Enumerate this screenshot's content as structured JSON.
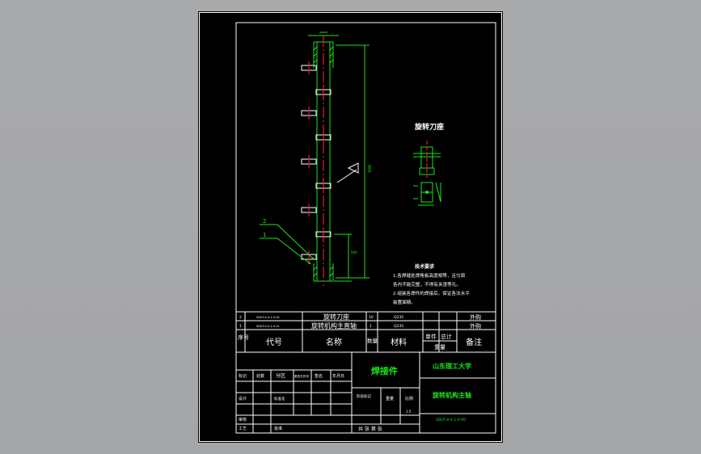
{
  "drawing": {
    "view_label": "旋转刀座",
    "dim_main": "000",
    "dim_small": "000",
    "balloons": [
      "2",
      "1"
    ],
    "tech_req": {
      "title": "技术要求",
      "lines": [
        "1.各焊缝处焊角板高度相等，且匀周",
        "各内不能完整，不得有夹渣等孔。",
        "2.组装各焊件的焊接后，保证各法水平",
        "装置面精。"
      ]
    }
  },
  "bom": {
    "rows": [
      {
        "no": "2",
        "code": "SDUT-0-4.1-0-02",
        "name": "旋转刀座",
        "qty": "10",
        "material": "Q235",
        "note": "外购"
      },
      {
        "no": "1",
        "code": "SDUT-0-4.1-0-01",
        "name": "旋转机构主直轴",
        "qty": "1",
        "material": "Q235",
        "note": "外购"
      }
    ],
    "header": {
      "no": "序号",
      "code": "代号",
      "name": "名称",
      "qty": "数量",
      "material": "材料",
      "unit_weight": "单件",
      "total_weight": "总计",
      "weight_label": "重量",
      "note": "备注"
    }
  },
  "title_block": {
    "part_type": "焊接件",
    "university": "山东理工大学",
    "drawing_name": "旋转机构主轴",
    "drawing_no": "SDUT-0-4.1-0-00",
    "scale": "1:5",
    "rows": {
      "mark": "标记",
      "count": "处数",
      "zone": "分区",
      "change_doc": "更改文件号",
      "sign": "签名",
      "date": "年月日",
      "designer": "设计",
      "std": "标准化",
      "check": "审核",
      "process": "工艺",
      "approve": "批准",
      "stage_mark": "阶段标记",
      "weight": "重量",
      "ratio": "比例",
      "sheets": "共   张   第   张"
    }
  }
}
